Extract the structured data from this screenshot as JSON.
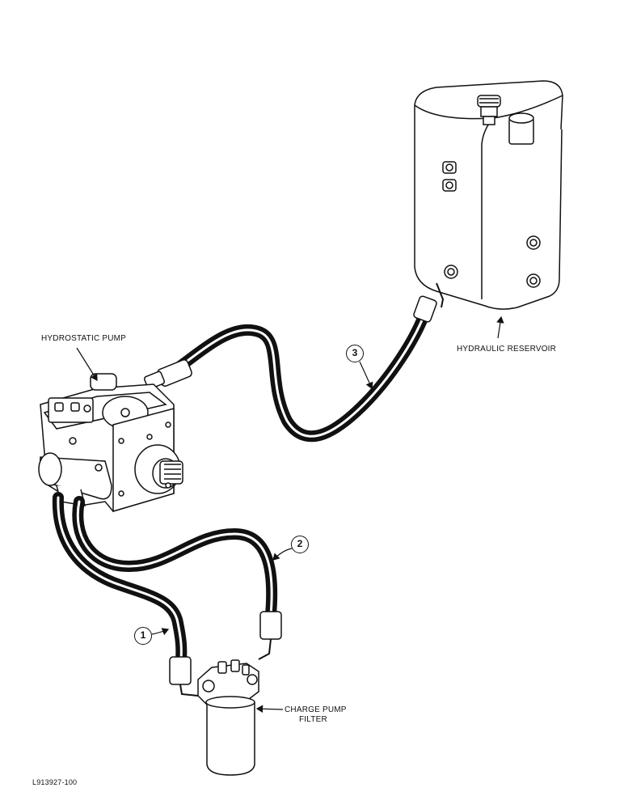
{
  "labels": {
    "pump": "HYDROSTATIC PUMP",
    "reservoir": "HYDRAULIC RESERVOIR",
    "filter_line1": "CHARGE PUMP",
    "filter_line2": "FILTER",
    "figure_id": "L913927-100"
  },
  "callouts": {
    "one": "1",
    "two": "2",
    "three": "3"
  }
}
